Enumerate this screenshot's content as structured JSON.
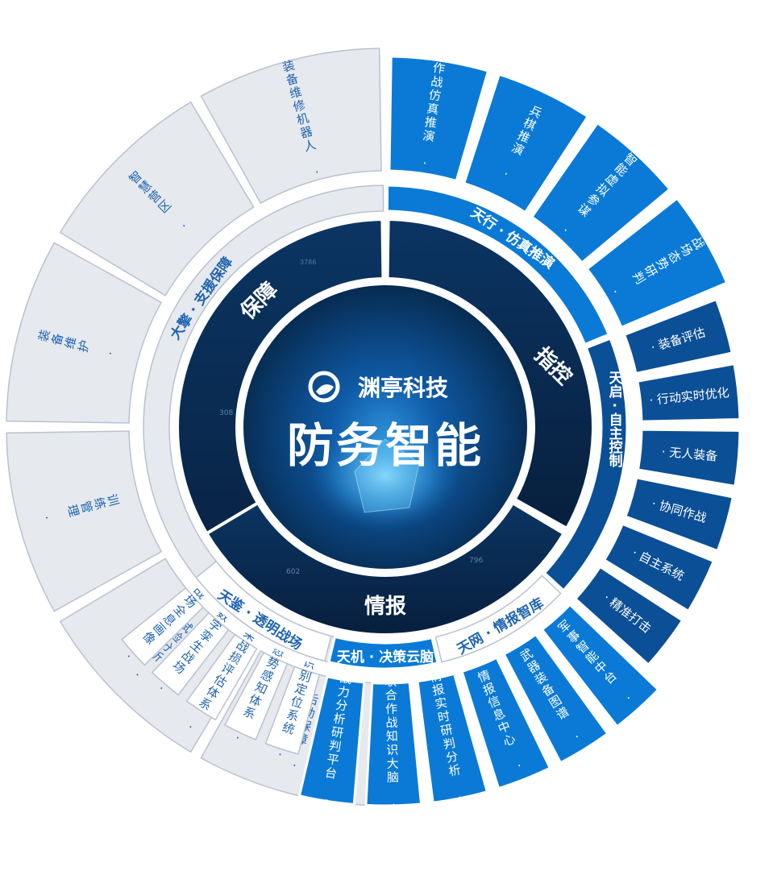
{
  "center": {
    "brand": "渊亭科技",
    "title": "防务智能",
    "decor_numbers": [
      "308",
      "602",
      "796",
      "3786"
    ]
  },
  "core_segments": [
    {
      "id": "baozhang",
      "label": "保障"
    },
    {
      "id": "zhikong",
      "label": "指控"
    },
    {
      "id": "qingbao",
      "label": "情报"
    }
  ],
  "platforms": [
    {
      "id": "dajing",
      "label": "大擎 · 支援保障",
      "style": "light"
    },
    {
      "id": "tianxing",
      "label": "天行 · 仿真推演",
      "style": "blue"
    },
    {
      "id": "tianqi",
      "label": "天启 · 自主控制",
      "style": "navy"
    },
    {
      "id": "tianwang",
      "label": "天网 · 情报智库",
      "style": "outline"
    },
    {
      "id": "tianji",
      "label": "天机 · 决策云脑",
      "style": "blue"
    },
    {
      "id": "tianjian",
      "label": "天鉴 · 透明战场",
      "style": "outline"
    }
  ],
  "capabilities": {
    "dajing": [
      "后勤保障",
      "试验分析",
      "训练管理",
      "装备维护",
      "智慧营区",
      "装备维修机器人"
    ],
    "tianxing": [
      "作战仿真推演",
      "兵棋推演",
      "智能虚拟参谋",
      "战场态势研判"
    ],
    "tianqi": [
      "装备评估",
      "行动实时优化",
      "无人装备",
      "协同作战",
      "自主系统",
      "精准打击"
    ],
    "tianji": [
      "军事智能中台",
      "武器装备图谱",
      "情报信息中心",
      "情报实时研判分析",
      "联合作战知识大脑",
      "战力分析研判平台"
    ],
    "tianjian": [
      "识别定位系统",
      "态势感知体系",
      "战果战损评估体系",
      "数字孪生战场",
      "战场全息画像"
    ]
  },
  "colors": {
    "blue": "#0a7ad6",
    "navy": "#0b4f96",
    "light_fill": "#e6e9ee",
    "light_stroke": "#b9c2cf",
    "outline_text": "#1f63b0",
    "core_dark": "#0a2b52",
    "center_dark": "#07305e"
  }
}
